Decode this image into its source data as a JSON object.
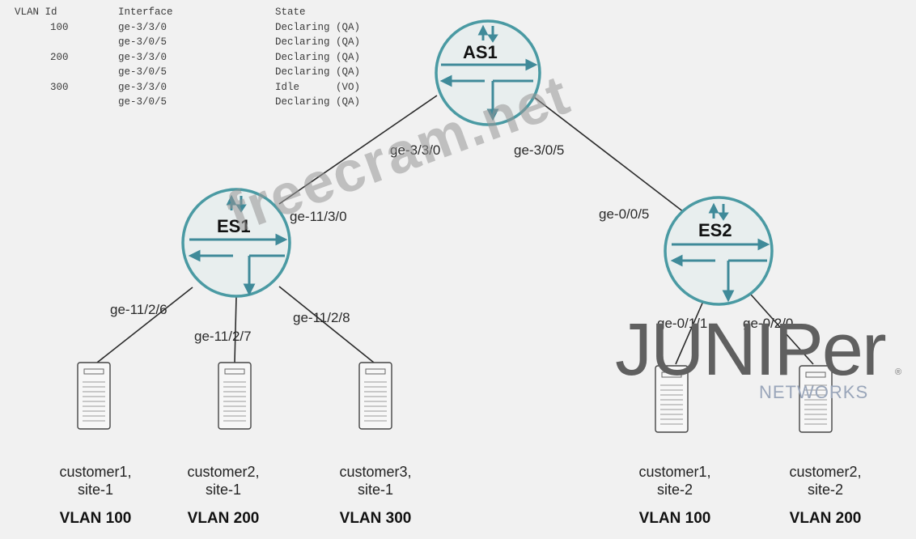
{
  "state_table": {
    "headers": {
      "vlan": "VLAN Id",
      "interface": "Interface",
      "state": "State"
    },
    "rows": [
      {
        "vlan": "100",
        "interface": "ge-3/3/0",
        "state": "Declaring (QA)"
      },
      {
        "vlan": "",
        "interface": "ge-3/0/5",
        "state": "Declaring (QA)"
      },
      {
        "vlan": "200",
        "interface": "ge-3/3/0",
        "state": "Declaring (QA)"
      },
      {
        "vlan": "",
        "interface": "ge-3/0/5",
        "state": "Declaring (QA)"
      },
      {
        "vlan": "300",
        "interface": "ge-3/3/0",
        "state": "Idle      (VO)"
      },
      {
        "vlan": "",
        "interface": "ge-3/0/5",
        "state": "Declaring (QA)"
      }
    ]
  },
  "devices": {
    "as1": {
      "name": "AS1"
    },
    "es1": {
      "name": "ES1"
    },
    "es2": {
      "name": "ES2"
    }
  },
  "interfaces": {
    "as1_es1": "ge-3/3/0",
    "as1_es2": "ge-3/0/5",
    "es1_uplink": "ge-11/3/0",
    "es2_uplink": "ge-0/0/5",
    "es1_c1": "ge-11/2/6",
    "es1_c2": "ge-11/2/7",
    "es1_c3": "ge-11/2/8",
    "es2_c1": "ge-0/1/1",
    "es2_c2": "ge-0/2/0"
  },
  "customers": [
    {
      "name_line1": "customer1,",
      "name_line2": "site-1",
      "vlan": "VLAN 100"
    },
    {
      "name_line1": "customer2,",
      "name_line2": "site-1",
      "vlan": "VLAN 200"
    },
    {
      "name_line1": "customer3,",
      "name_line2": "site-1",
      "vlan": "VLAN 300"
    },
    {
      "name_line1": "customer1,",
      "name_line2": "site-2",
      "vlan": "VLAN 100"
    },
    {
      "name_line1": "customer2,",
      "name_line2": "site-2",
      "vlan": "VLAN 200"
    }
  ],
  "watermark": "freecram.net",
  "brand": {
    "name": "JUNIPer",
    "sub": "NETWORKS",
    "reg": "®"
  },
  "colors": {
    "router_ring": "#4a9aa3",
    "router_fill": "#e8eeee",
    "arrow": "#3f8a99",
    "link": "#2b2b2b"
  }
}
